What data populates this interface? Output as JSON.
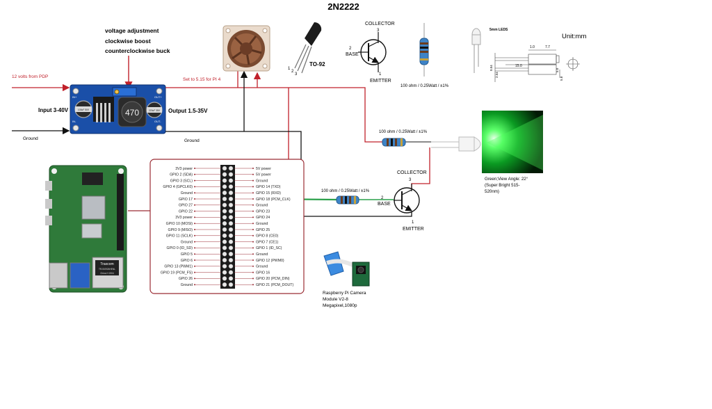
{
  "title": "2N2222",
  "buck": {
    "notes": [
      "voltage adjustment",
      "clockwise  boost",
      "counterclockwise buck"
    ],
    "input_source": "12 volts from PDP",
    "input_range": "Input 3-40V",
    "output_range": "Output 1.5-35V",
    "set_note": "Set to 5.15 for PI 4",
    "ground_left": "Ground",
    "ground_right": "Ground",
    "coil_marking": "470",
    "in_plus": "IN+",
    "in_minus": "IN-",
    "out_plus": "OUT+",
    "out_minus": "OUT-",
    "cap_left": "100uF 50V",
    "cap_right": "220uF 35V"
  },
  "transistor_pkg": {
    "label": "TO-92",
    "pins": [
      "1",
      "2",
      "3"
    ]
  },
  "symbol_ref": {
    "collector": "COLLECTOR",
    "collector_pin": "3",
    "base": "BASE",
    "base_pin": "2",
    "emitter": "EMITTER",
    "emitter_pin": "1"
  },
  "resistor_ref": {
    "label": "100 ohm / 0.25Watt / ±1%"
  },
  "led_ref": {
    "title": "5mm LEDS",
    "unit": "Unit:mm",
    "dims": [
      "1.0",
      "7.7",
      "15.0",
      "0.54",
      "2.54",
      "5.0",
      "5.8"
    ]
  },
  "led_circuit": {
    "resistor_label": "100 ohm / 0.25Watt / ±1%",
    "led_desc": [
      "Green;View Angle: 22°",
      "(Super Bright 515-",
      "520nm)"
    ]
  },
  "gpio_circuit": {
    "resistor_label": "100 ohm / 0.25Watt / ±1%",
    "collector": "COLLECTOR",
    "collector_pin": "3",
    "base": "BASE",
    "base_pin": "2",
    "emitter": "EMITTER",
    "emitter_pin": "1"
  },
  "gpio_header": {
    "left": [
      "3V3 power",
      "GPIO 2 (SDA)",
      "GPIO 3 (SCL)",
      "GPIO 4 (GPCLK0)",
      "Ground",
      "GPIO 17",
      "GPIO 27",
      "GPIO 22",
      "3V3 power",
      "GPIO 10 (MOSI)",
      "GPIO 9 (MISO)",
      "GPIO 11 (SCLK)",
      "Ground",
      "GPIO 0 (ID_SD)",
      "GPIO 5",
      "GPIO 6",
      "GPIO 13 (PWM1)",
      "GPIO 19 (PCM_FS)",
      "GPIO 26",
      "Ground"
    ],
    "right": [
      "5V power",
      "5V power",
      "Ground",
      "GPIO 14 (TXD)",
      "GPIO 15 (RXD)",
      "GPIO 18 (PCM_CLK)",
      "Ground",
      "GPIO 23",
      "GPIO 24",
      "Ground",
      "GPIO 25",
      "GPIO 8 (CE0)",
      "GPIO 7 (CE1)",
      "GPIO 1 (ID_SC)",
      "Ground",
      "GPIO 12 (PWM0)",
      "Ground",
      "GPIO 16",
      "GPIO 20 (PCM_DIN)",
      "GPIO 21 (PCM_DOUT)"
    ]
  },
  "pi_board": {
    "chip1": "Traxcom",
    "chip2": "TRJG0926HENL",
    "chip3": "China H 1904"
  },
  "camera": {
    "caption": [
      "Raspberry Pi Camera",
      "Module V2-8",
      "Megapixel,1080p"
    ]
  },
  "colors": {
    "wire_red": "#c0202a",
    "wire_black": "#111111",
    "wire_green": "#2aa04a",
    "header_border": "#9b2c34",
    "pcb_blue": "#1a4fa8",
    "pi_green": "#2f7a3a",
    "led_green": "#1fd33f"
  }
}
